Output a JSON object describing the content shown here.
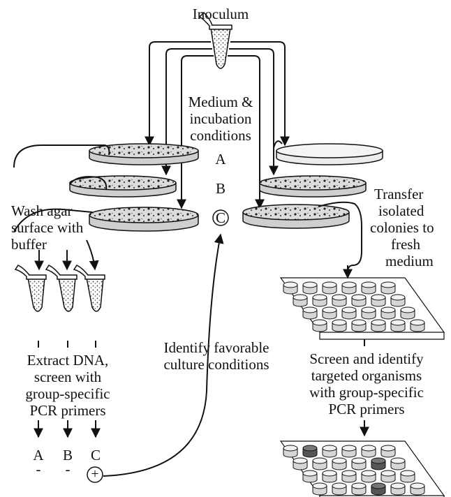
{
  "inoculum": "Inoculum",
  "medium_conditions": [
    "Medium &",
    "incubation",
    "conditions"
  ],
  "condition_labels": {
    "a": "A",
    "b": "B",
    "c": "C"
  },
  "wash_text": [
    "Wash agar",
    "surface with",
    "buffer"
  ],
  "transfer_text": [
    "Transfer",
    "isolated",
    "colonies to",
    "fresh",
    "medium"
  ],
  "extract_text": [
    "Extract DNA,",
    "screen with",
    "group-specific",
    "PCR primers"
  ],
  "identify_text": [
    "Identify favorable",
    "culture conditions"
  ],
  "screen_text": [
    "Screen and identify",
    "targeted organisms",
    "with group-specific",
    "PCR primers"
  ],
  "results": [
    {
      "label": "A",
      "result": "-"
    },
    {
      "label": "B",
      "result": "-"
    },
    {
      "label": "C",
      "result": "+"
    }
  ],
  "colors": {
    "ink": "#111111",
    "plate_fill": "#d9d9d9",
    "positive_well": "#555555"
  }
}
